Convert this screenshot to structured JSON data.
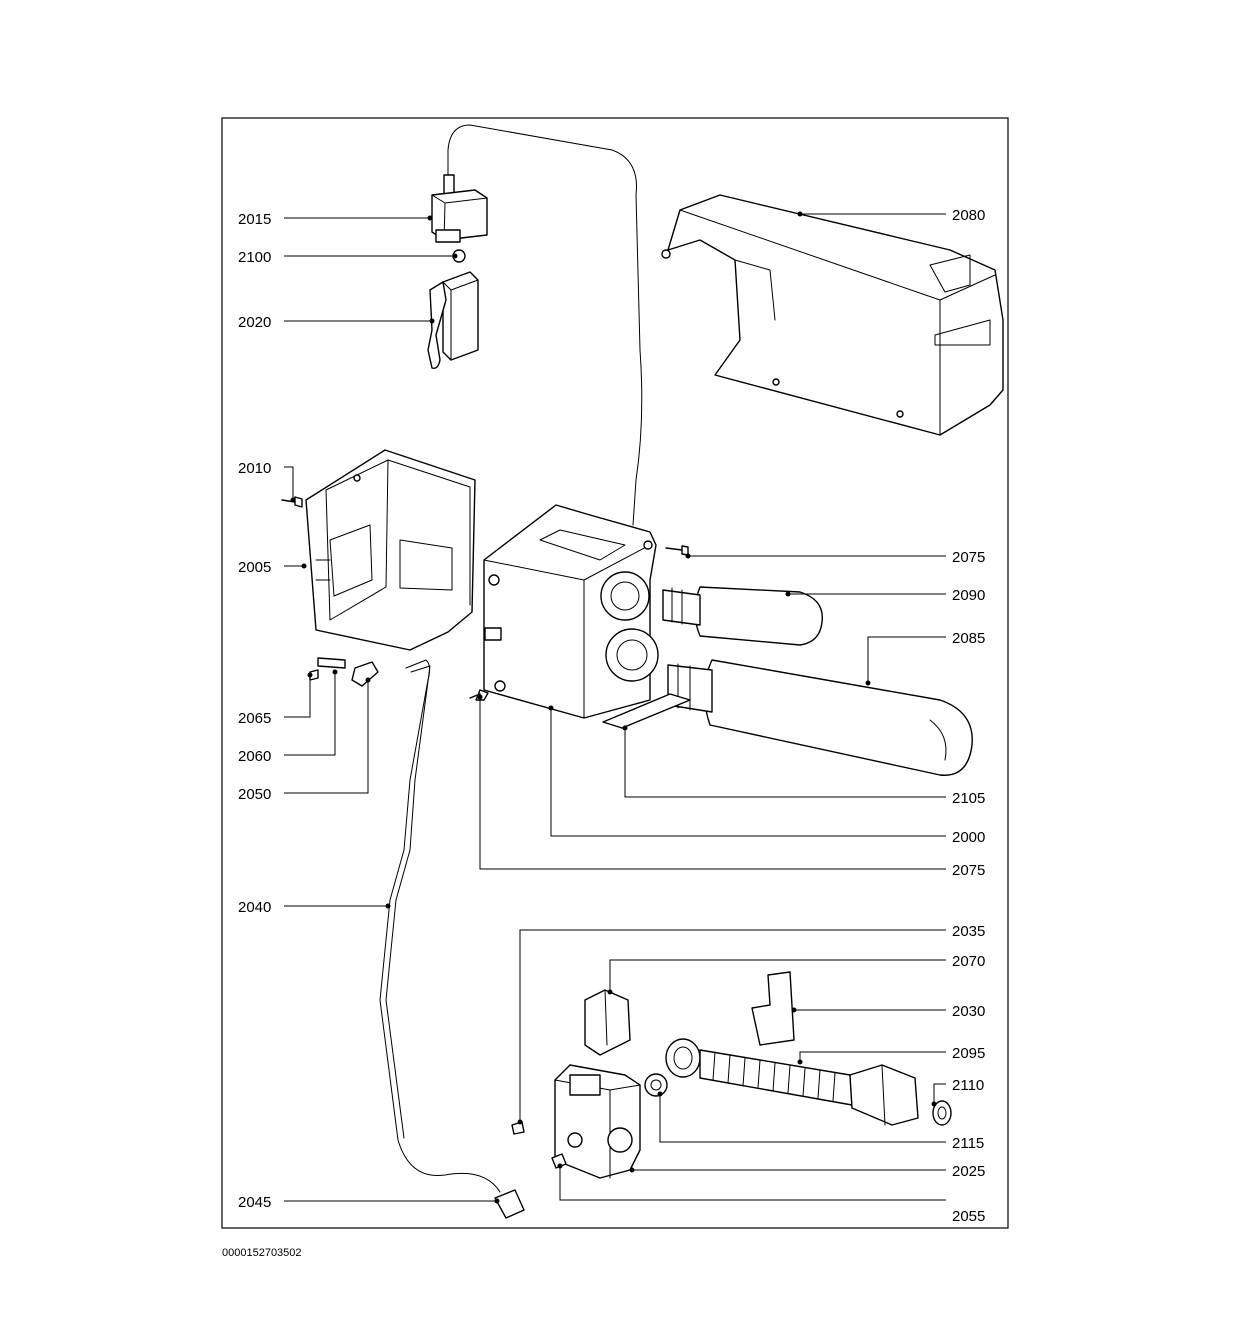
{
  "document_id": "0000152703502",
  "callouts": [
    {
      "id": "2015",
      "label": "2015"
    },
    {
      "id": "2100",
      "label": "2100"
    },
    {
      "id": "2020",
      "label": "2020"
    },
    {
      "id": "2010",
      "label": "2010"
    },
    {
      "id": "2005",
      "label": "2005"
    },
    {
      "id": "2065",
      "label": "2065"
    },
    {
      "id": "2060",
      "label": "2060"
    },
    {
      "id": "2050",
      "label": "2050"
    },
    {
      "id": "2040",
      "label": "2040"
    },
    {
      "id": "2045",
      "label": "2045"
    },
    {
      "id": "2080",
      "label": "2080"
    },
    {
      "id": "2075a",
      "label": "2075"
    },
    {
      "id": "2090",
      "label": "2090"
    },
    {
      "id": "2085",
      "label": "2085"
    },
    {
      "id": "2105",
      "label": "2105"
    },
    {
      "id": "2000",
      "label": "2000"
    },
    {
      "id": "2075b",
      "label": "2075"
    },
    {
      "id": "2035",
      "label": "2035"
    },
    {
      "id": "2070",
      "label": "2070"
    },
    {
      "id": "2030",
      "label": "2030"
    },
    {
      "id": "2095",
      "label": "2095"
    },
    {
      "id": "2110",
      "label": "2110"
    },
    {
      "id": "2115",
      "label": "2115"
    },
    {
      "id": "2025",
      "label": "2025"
    },
    {
      "id": "2055",
      "label": "2055"
    }
  ]
}
